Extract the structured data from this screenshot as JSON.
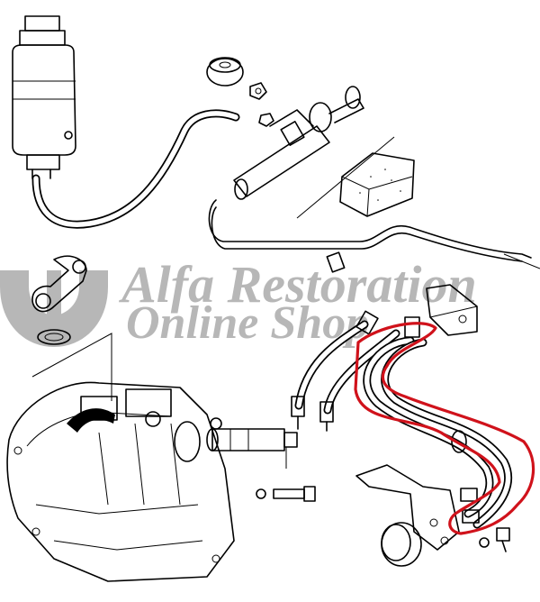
{
  "watermark": {
    "line1": "Alfa Restoration",
    "line2": "Online Shop",
    "logo": "alfa-restoration-logo",
    "color": "#b7b7b7"
  },
  "highlight": {
    "color": "#d0121b"
  },
  "icons": [
    "fluid-reservoir",
    "master-cylinder",
    "slave-cylinder",
    "gearbox",
    "bracket",
    "bolt",
    "nut"
  ]
}
